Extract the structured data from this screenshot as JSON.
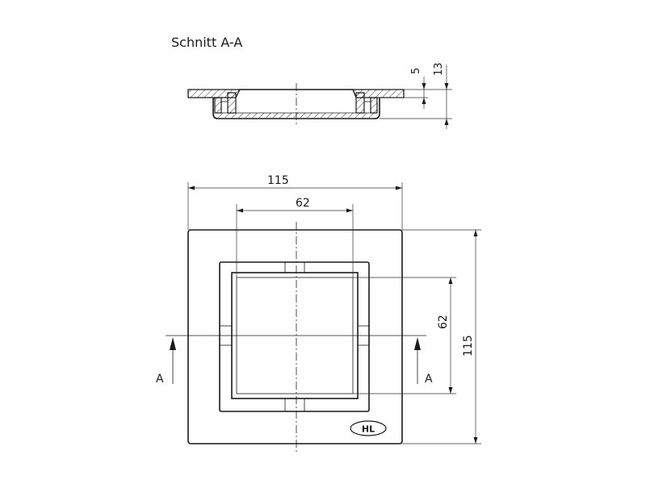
{
  "section_title": "Schnitt A-A",
  "section_dims": {
    "inner_depth": "5",
    "total_height": "13"
  },
  "plan_dims": {
    "outer_width": "115",
    "inner_width": "62",
    "inner_height": "62",
    "outer_height": "115"
  },
  "cut_marker": {
    "left_label": "A",
    "right_label": "A"
  },
  "logo_text": "HL"
}
